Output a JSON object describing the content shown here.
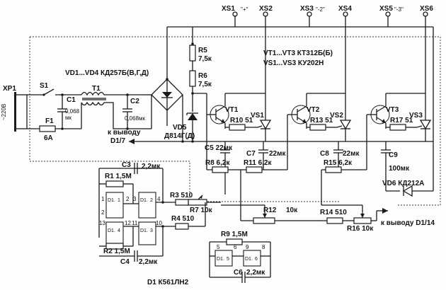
{
  "connectors": {
    "xs1": "XS1",
    "xs1_tag": "\"+\"",
    "xs2": "XS2",
    "xs3": "XS3",
    "xs3_tag": "\"-2\"",
    "xs4": "XS4",
    "xs5": "XS5",
    "xs5_tag": "\"-3\"",
    "xs6": "XS6",
    "xp1": "XP1",
    "mains": "~220В"
  },
  "parts": {
    "s1": "S1",
    "f1": "F1",
    "f1_val": "6A",
    "c1": "C1",
    "c1_val1": "0,068",
    "c1_val2": "мк",
    "t1": "T1",
    "c2": "C2",
    "c2_val": "0,068мк",
    "r5": "R5",
    "r5_val": "7,5к",
    "r6": "R6",
    "r6_val": "7,5к",
    "vd5": "VD5",
    "vd5_val": "Д814Г(Д)",
    "vt1": "VT1",
    "vt2": "VT2",
    "vt3": "VT3",
    "vs1": "VS1",
    "vs2": "VS2",
    "vs3": "VS3",
    "r10": "R10 51",
    "r13": "R13 51",
    "r17": "R17 51",
    "c5": "C5 22мк",
    "c7": "C7",
    "c7_val": "22мк",
    "c8": "C8",
    "c8_val": "22мк",
    "c9": "C9",
    "c9_val": "100мк",
    "r8": "R8 6,2к",
    "r11": "R11 6,2к",
    "r15": "R15 6,2к",
    "vd6": "VD6  КД212А",
    "c3": "C3",
    "c3_val": "2,2мк",
    "r1": "R1 1,5M",
    "r2": "R2 1,5M",
    "c4": "C4",
    "c4_val": "2,2мк",
    "r3": "R3 510",
    "r4": "R4 510",
    "r7": "R7 10к",
    "r12": "R12",
    "r12_val": "10к",
    "r14": "R14 510",
    "r16": "R16 10к",
    "r9": "R9 1,5M",
    "c6": "C6",
    "c6_val": "2,2мк"
  },
  "notes": {
    "vd1_4": "VD1...VD4  КД257Б(В,Г,Д)",
    "vt_vs_1": "VT1...VT3  КТ312Б(Б)",
    "vt_vs_2": "VS1...VS3  КУ202Н",
    "out_d17_1": "к выводу",
    "out_d17_2": "D1/7",
    "out_d114": "к выводу D1/14",
    "d1": "D1  К561ЛН2",
    "gate_tag": "D1.",
    "pins": {
      "p1": "1",
      "p2": "2",
      "p3": "3",
      "p4": "4",
      "p5": "5",
      "p6": "6",
      "p8": "8",
      "p9": "9",
      "p10": "10",
      "p11": "11",
      "p12": "12",
      "p13": "13",
      "g1": "1",
      "g2": "2",
      "g3": "3",
      "g4": "4",
      "g5": "5",
      "g6": "6"
    }
  }
}
